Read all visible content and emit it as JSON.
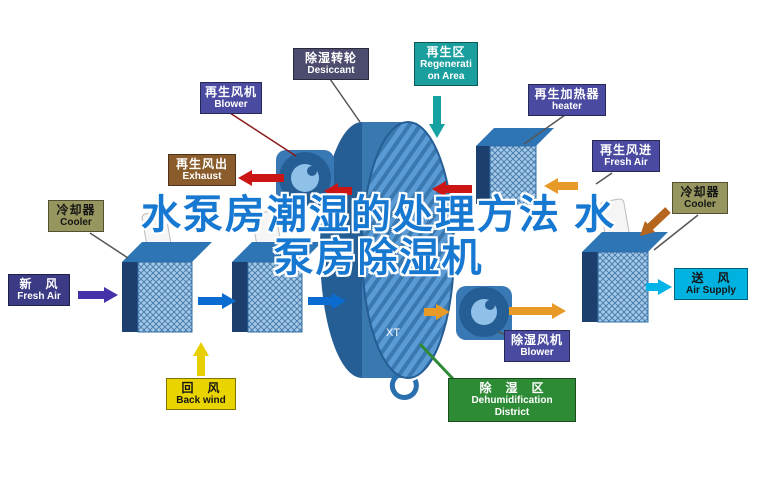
{
  "title": {
    "line1": "水泵房潮湿的处理方法 水",
    "line2": "泵房除湿机"
  },
  "components": {
    "regen_blower": {
      "zh": "再生风机",
      "en": "Blower"
    },
    "desiccant": {
      "zh": "除湿转轮",
      "en": "Desiccant"
    },
    "regen_area": {
      "zh": "再生区",
      "en_line1": "Regenerati",
      "en_line2": "on Area"
    },
    "regen_heater": {
      "zh": "再生加热器",
      "en": "heater"
    },
    "regen_exhaust": {
      "zh": "再生风出",
      "en": "Exhaust"
    },
    "regen_fresh_air": {
      "zh": "再生风进",
      "en": "Fresh Air"
    },
    "cooler_left": {
      "zh": "冷却器",
      "en": "Cooler"
    },
    "cooler_right": {
      "zh": "冷却器",
      "en": "Cooler"
    },
    "fresh_air": {
      "zh": "新　风",
      "en": "Fresh Air"
    },
    "air_supply": {
      "zh": "送　风",
      "en": "Air Supply"
    },
    "back_wind": {
      "zh": "回　风",
      "en": "Back wind"
    },
    "dehum_blower": {
      "zh": "除湿风机",
      "en": "Blower"
    },
    "dehum_district": {
      "zh": "除　湿　区",
      "en_line1": "Dehumidification",
      "en_line2": "District"
    }
  },
  "wheel_mark": "XT",
  "colors": {
    "c_title": "#1778d2",
    "c_indigo": "#4a4aa0",
    "c_slate": "#4c4c6e",
    "c_teal": "#1b9e9e",
    "c_brown": "#8a5c2c",
    "c_olive": "#96965e",
    "c_navy": "#3a3a85",
    "c_cyan": "#00b2e0",
    "c_yellow": "#e9d400",
    "c_green": "#2e8b35",
    "c_red": "#cc1515",
    "c_blue_arrow": "#0a6cd0",
    "c_orange": "#e89a28",
    "c_dkorange": "#b5651d",
    "c_purple_arrow": "#4632a8",
    "c_teal_arrow": "#17a2a2",
    "c_yellow_arrow": "#e8cf00",
    "c_cyan_arrow": "#00b4e8"
  }
}
